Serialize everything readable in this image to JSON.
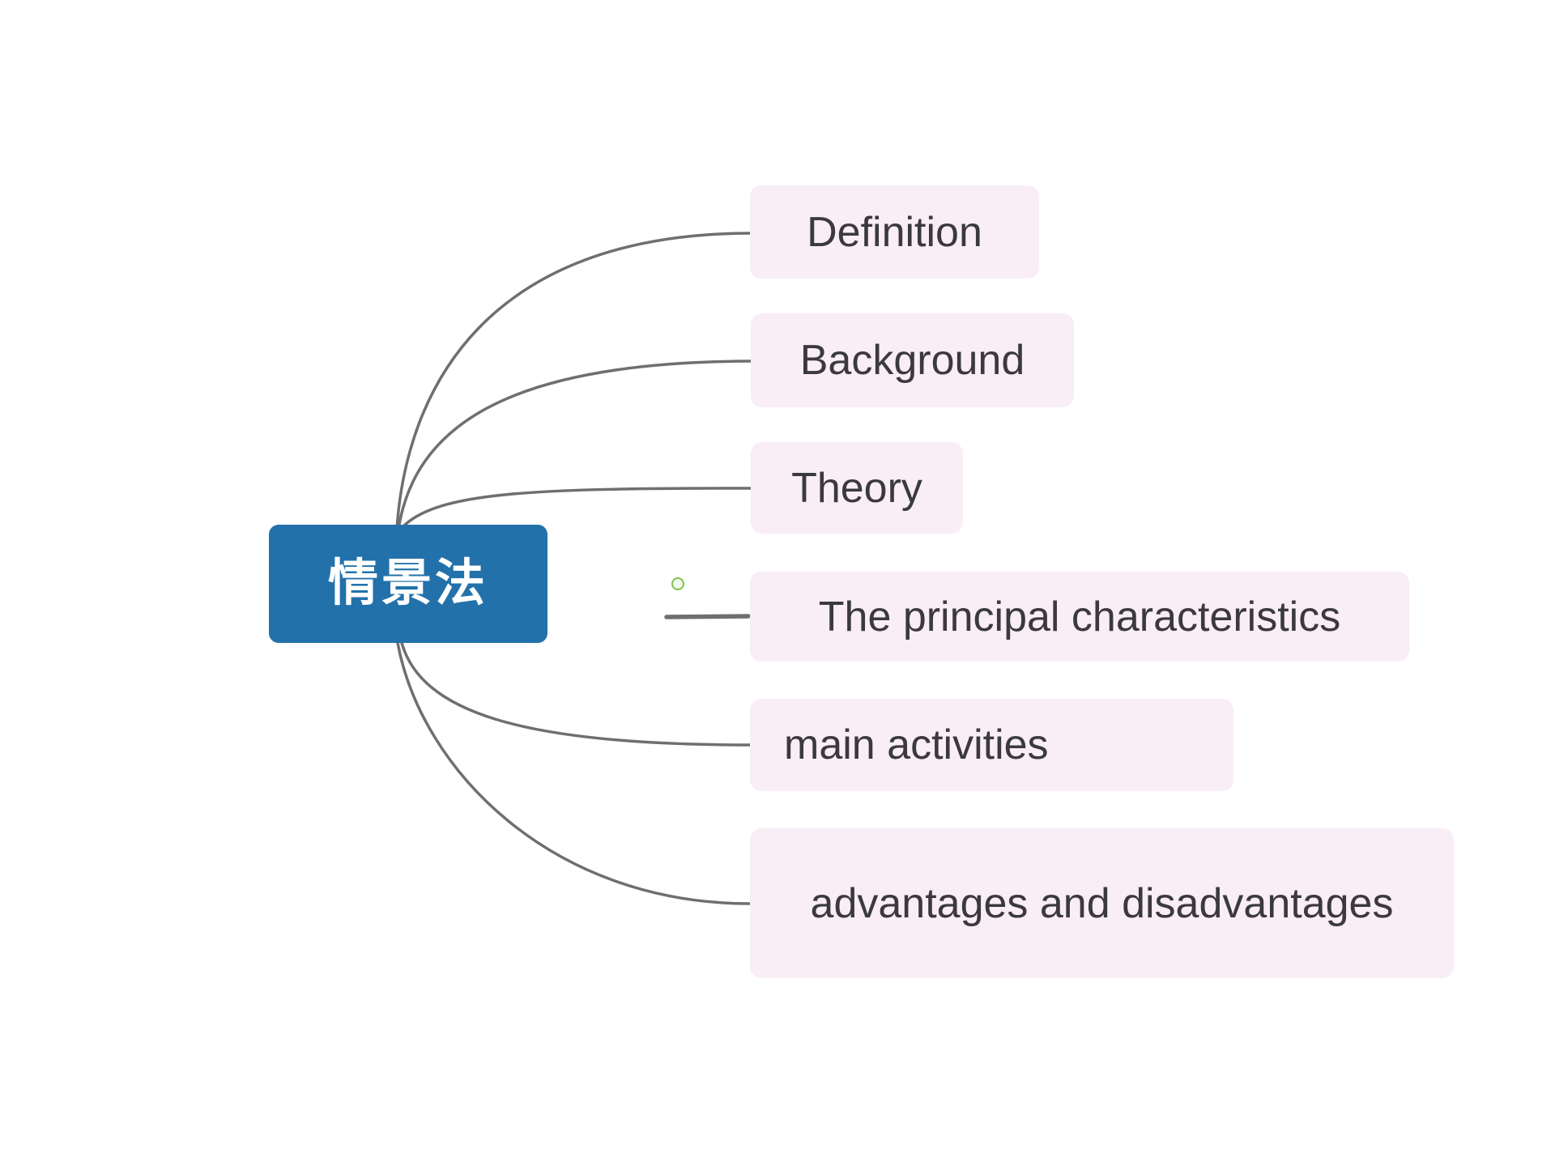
{
  "central_topic": {
    "label": "情景法"
  },
  "subtopics": [
    {
      "id": "definition",
      "label": "Definition"
    },
    {
      "id": "background",
      "label": "Background"
    },
    {
      "id": "theory",
      "label": "Theory"
    },
    {
      "id": "principal-characteristics",
      "label": "The principal characteristics"
    },
    {
      "id": "main-activities",
      "label": "main activities"
    },
    {
      "id": "advantages-disadvantages",
      "label": "advantages and disadvantages"
    }
  ],
  "colors": {
    "canvas_bg": "#ffffff",
    "central_bg": "#2271aa",
    "central_text": "#ffffff",
    "subtopic_bg": "#f9edf6",
    "subtopic_text": "#3a3a3a",
    "connector": "#6f6f6f",
    "handle_stroke": "#7fc24f",
    "handle_fill": "#f3faee"
  }
}
